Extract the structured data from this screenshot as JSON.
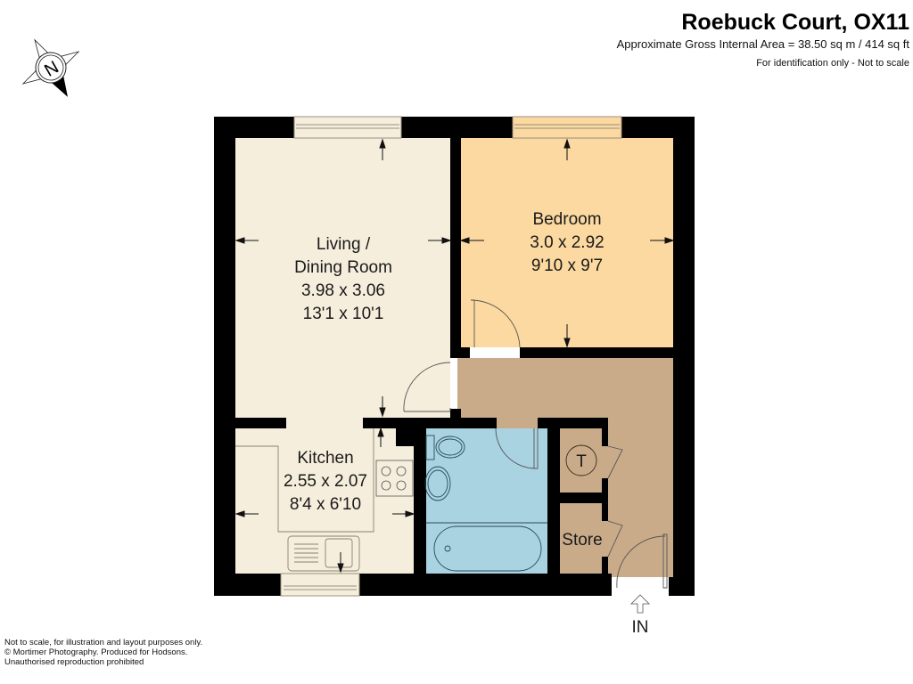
{
  "header": {
    "title": "Roebuck Court, OX11",
    "area": "Approximate Gross Internal Area = 38.50 sq m / 414 sq ft",
    "note": "For identification only - Not to scale"
  },
  "compass": {
    "icon": "north-compass-icon",
    "label": "N"
  },
  "rooms": {
    "living": {
      "name1": "Living /",
      "name2": "Dining Room",
      "metric": "3.98 x 3.06",
      "imperial": "13'1 x 10'1",
      "color": "#f6eedd"
    },
    "bedroom": {
      "name": "Bedroom",
      "metric": "3.0 x 2.92",
      "imperial": "9'10 x 9'7",
      "color": "#fbd9a0"
    },
    "kitchen": {
      "name": "Kitchen",
      "metric": "2.55 x 2.07",
      "imperial": "8'4 x 6'10",
      "color": "#f6eedd"
    },
    "bathroom": {
      "color": "#a9d3e1"
    },
    "hallway": {
      "color": "#c9ab8a"
    },
    "cupboard": {
      "label": "T"
    },
    "store": {
      "name": "Store"
    }
  },
  "entrance": {
    "label": "IN"
  },
  "footer": {
    "line1": "Not to scale, for illustration and layout purposes only.",
    "line2": "© Mortimer Photography. Produced for Hodsons.",
    "line3": "Unauthorised reproduction prohibited"
  },
  "colors": {
    "wall": "#000000",
    "fixture_line": "#2a4a5a"
  }
}
